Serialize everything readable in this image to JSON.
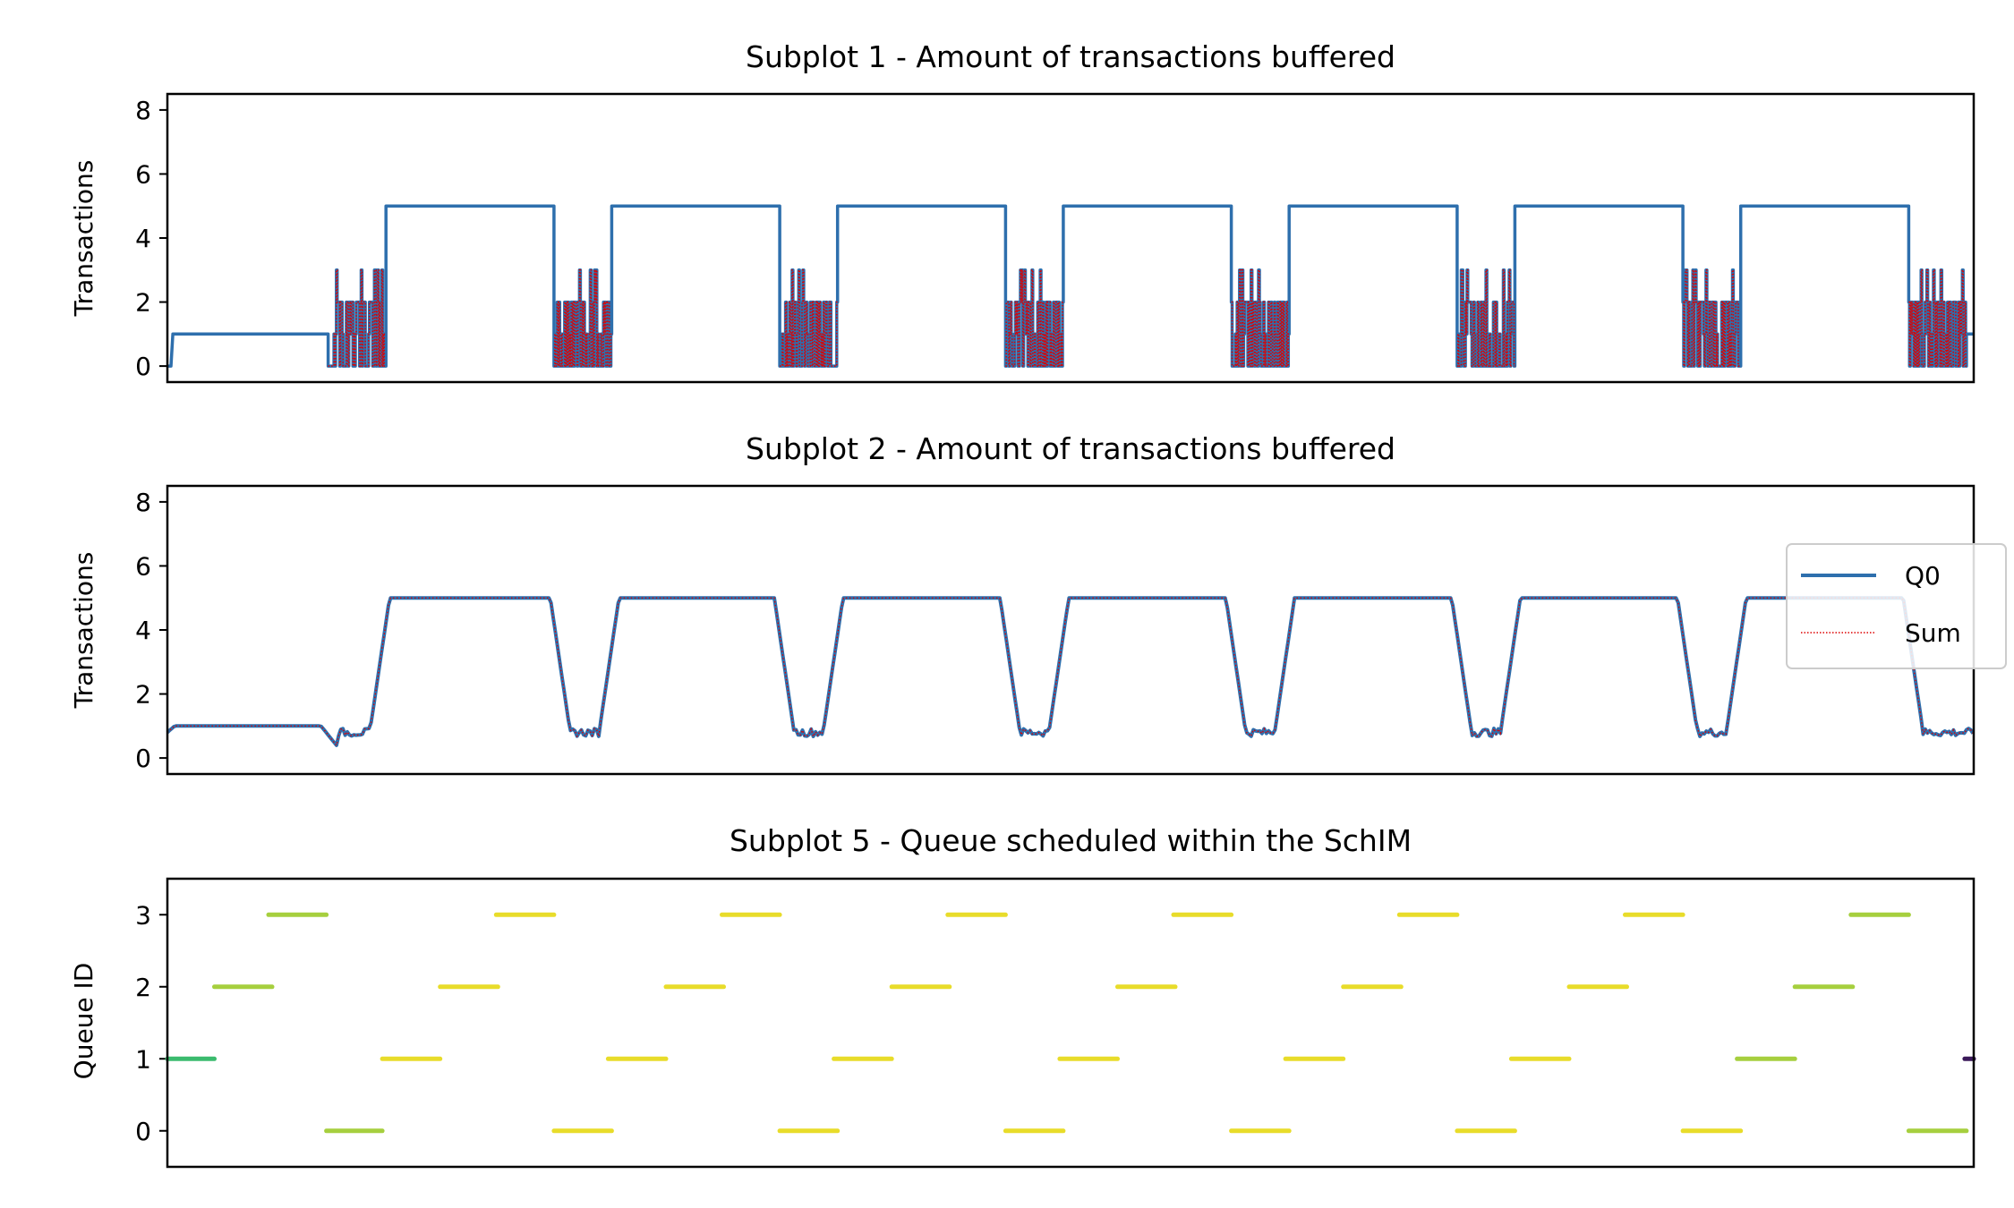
{
  "colors": {
    "q0": "#2e6fad",
    "sum": "#dd0000",
    "seg_yellow": "#e8dc2a",
    "seg_lime": "#a6cf3e",
    "seg_green": "#3bbb6e",
    "seg_purple": "#3b1a5a"
  },
  "chart_data": [
    {
      "type": "line",
      "title": "Subplot 1 - Amount of transactions buffered",
      "xlabel": "",
      "ylabel": "Transactions",
      "ylim": [
        -0.5,
        8.5
      ],
      "xlim": [
        0,
        100
      ],
      "yticks": [
        0,
        2,
        4,
        6,
        8
      ],
      "ytick_labels": [
        "0",
        "2",
        "4",
        "6",
        "8"
      ],
      "x_ticks_shown": false,
      "grid": false,
      "series": [
        {
          "name": "Q0",
          "style": "solid"
        },
        {
          "name": "Sum",
          "style": "dotted"
        }
      ],
      "base_level": 1,
      "high_level": 5,
      "high_intervals": [
        [
          12.1,
          21.4
        ],
        [
          24.6,
          33.9
        ],
        [
          37.1,
          46.4
        ],
        [
          49.6,
          58.9
        ],
        [
          62.1,
          71.4
        ],
        [
          74.6,
          83.9
        ],
        [
          87.1,
          96.4
        ]
      ],
      "burst_intervals": [
        [
          8.9,
          12.1
        ],
        [
          21.4,
          24.6
        ],
        [
          33.9,
          37.1
        ],
        [
          46.4,
          49.6
        ],
        [
          58.9,
          62.1
        ],
        [
          71.4,
          74.6
        ],
        [
          83.9,
          87.1
        ],
        [
          96.4,
          99.6
        ]
      ],
      "burst_levels": [
        0,
        1,
        2
      ],
      "burst_spike_level": 3
    },
    {
      "type": "line",
      "title": "Subplot 2 - Amount of transactions buffered",
      "xlabel": "",
      "ylabel": "Transactions",
      "ylim": [
        -0.5,
        8.5
      ],
      "xlim": [
        0,
        100
      ],
      "yticks": [
        0,
        2,
        4,
        6,
        8
      ],
      "ytick_labels": [
        "0",
        "2",
        "4",
        "6",
        "8"
      ],
      "x_ticks_shown": false,
      "grid": false,
      "legend": {
        "placement": "right",
        "entries": [
          "Q0",
          "Sum"
        ]
      },
      "series": [
        {
          "name": "Q0",
          "style": "solid"
        },
        {
          "name": "Sum",
          "style": "dotted"
        }
      ],
      "base_level": 1,
      "high_level": 5,
      "low_level": 0.8,
      "high_intervals": [
        [
          12.3,
          21.2
        ],
        [
          25.0,
          33.6
        ],
        [
          37.4,
          46.1
        ],
        [
          49.9,
          58.6
        ],
        [
          62.4,
          71.1
        ],
        [
          74.9,
          83.6
        ],
        [
          87.4,
          96.1
        ]
      ]
    },
    {
      "type": "scatter",
      "title": "Subplot 5 - Queue scheduled within the SchIM",
      "xlabel": "",
      "ylabel": "Queue ID",
      "ylim": [
        -0.5,
        3.5
      ],
      "xlim": [
        0,
        100
      ],
      "yticks": [
        0,
        1,
        2,
        3
      ],
      "ytick_labels": [
        "0",
        "1",
        "2",
        "3"
      ],
      "x_ticks_shown": false,
      "grid": false,
      "segments": [
        {
          "queue": 1,
          "x": [
            0.0,
            2.6
          ],
          "shade": "green"
        },
        {
          "queue": 2,
          "x": [
            2.6,
            5.8
          ],
          "shade": "lime"
        },
        {
          "queue": 3,
          "x": [
            5.6,
            8.8
          ],
          "shade": "lime"
        },
        {
          "queue": 0,
          "x": [
            8.8,
            11.9
          ],
          "shade": "lime"
        },
        {
          "queue": 1,
          "x": [
            11.9,
            15.1
          ],
          "shade": "yellow"
        },
        {
          "queue": 2,
          "x": [
            15.1,
            18.3
          ],
          "shade": "yellow"
        },
        {
          "queue": 3,
          "x": [
            18.2,
            21.4
          ],
          "shade": "yellow"
        },
        {
          "queue": 0,
          "x": [
            21.4,
            24.6
          ],
          "shade": "yellow"
        },
        {
          "queue": 1,
          "x": [
            24.4,
            27.6
          ],
          "shade": "yellow"
        },
        {
          "queue": 2,
          "x": [
            27.6,
            30.8
          ],
          "shade": "yellow"
        },
        {
          "queue": 3,
          "x": [
            30.7,
            33.9
          ],
          "shade": "yellow"
        },
        {
          "queue": 0,
          "x": [
            33.9,
            37.1
          ],
          "shade": "yellow"
        },
        {
          "queue": 1,
          "x": [
            36.9,
            40.1
          ],
          "shade": "yellow"
        },
        {
          "queue": 2,
          "x": [
            40.1,
            43.3
          ],
          "shade": "yellow"
        },
        {
          "queue": 3,
          "x": [
            43.2,
            46.4
          ],
          "shade": "yellow"
        },
        {
          "queue": 0,
          "x": [
            46.4,
            49.6
          ],
          "shade": "yellow"
        },
        {
          "queue": 1,
          "x": [
            49.4,
            52.6
          ],
          "shade": "yellow"
        },
        {
          "queue": 2,
          "x": [
            52.6,
            55.8
          ],
          "shade": "yellow"
        },
        {
          "queue": 3,
          "x": [
            55.7,
            58.9
          ],
          "shade": "yellow"
        },
        {
          "queue": 0,
          "x": [
            58.9,
            62.1
          ],
          "shade": "yellow"
        },
        {
          "queue": 1,
          "x": [
            61.9,
            65.1
          ],
          "shade": "yellow"
        },
        {
          "queue": 2,
          "x": [
            65.1,
            68.3
          ],
          "shade": "yellow"
        },
        {
          "queue": 3,
          "x": [
            68.2,
            71.4
          ],
          "shade": "yellow"
        },
        {
          "queue": 0,
          "x": [
            71.4,
            74.6
          ],
          "shade": "yellow"
        },
        {
          "queue": 1,
          "x": [
            74.4,
            77.6
          ],
          "shade": "yellow"
        },
        {
          "queue": 2,
          "x": [
            77.6,
            80.8
          ],
          "shade": "yellow"
        },
        {
          "queue": 3,
          "x": [
            80.7,
            83.9
          ],
          "shade": "yellow"
        },
        {
          "queue": 0,
          "x": [
            83.9,
            87.1
          ],
          "shade": "yellow"
        },
        {
          "queue": 1,
          "x": [
            86.9,
            90.1
          ],
          "shade": "lime"
        },
        {
          "queue": 2,
          "x": [
            90.1,
            93.3
          ],
          "shade": "lime"
        },
        {
          "queue": 3,
          "x": [
            93.2,
            96.4
          ],
          "shade": "lime"
        },
        {
          "queue": 0,
          "x": [
            96.4,
            99.6
          ],
          "shade": "lime"
        },
        {
          "queue": 1,
          "x": [
            99.5,
            100.0
          ],
          "shade": "purple"
        }
      ]
    }
  ]
}
